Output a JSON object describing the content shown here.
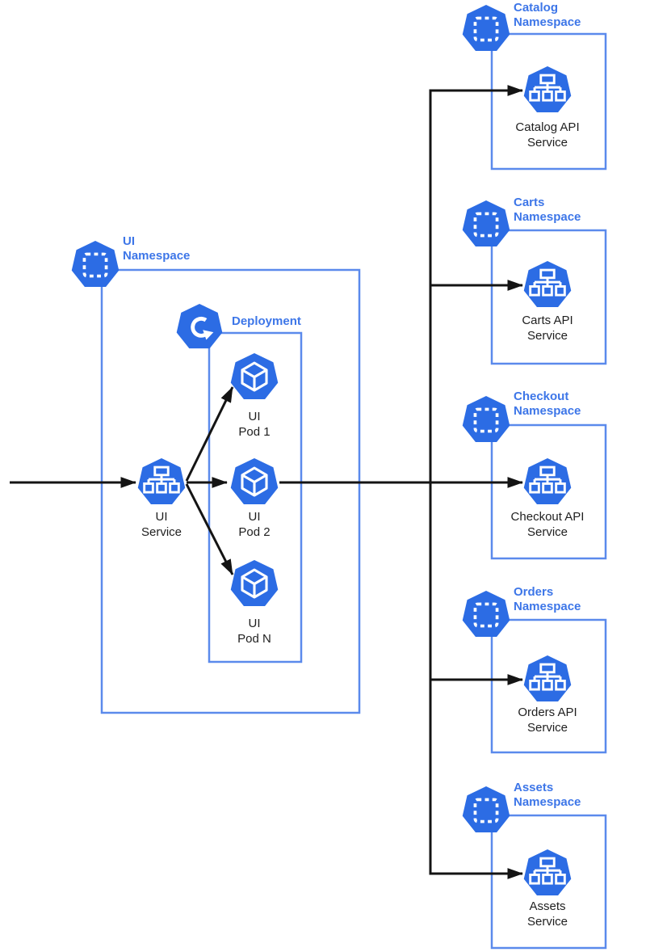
{
  "colors": {
    "icon_blue": "#2C6CE4",
    "box_border_blue": "#5B8AEC",
    "label_blue": "#3D76E8",
    "line_black": "#141414",
    "text_black": "#1F1F1F"
  },
  "icons": {
    "namespace": "heptagon-dashed-square",
    "deployment": "heptagon-circular-arrow",
    "service": "heptagon-node-tree",
    "pod": "heptagon-cube"
  },
  "ui_namespace": {
    "label_line1": "UI",
    "label_line2": "Namespace",
    "service": {
      "line1": "UI",
      "line2": "Service"
    },
    "deployment": {
      "label": "Deployment",
      "pods": [
        {
          "line1": "UI",
          "line2": "Pod 1"
        },
        {
          "line1": "UI",
          "line2": "Pod 2"
        },
        {
          "line1": "UI",
          "line2": "Pod N"
        }
      ]
    }
  },
  "namespaces": [
    {
      "label_line1": "Catalog",
      "label_line2": "Namespace",
      "service_line1": "Catalog API",
      "service_line2": "Service"
    },
    {
      "label_line1": "Carts",
      "label_line2": "Namespace",
      "service_line1": "Carts API",
      "service_line2": "Service"
    },
    {
      "label_line1": "Checkout",
      "label_line2": "Namespace",
      "service_line1": "Checkout API",
      "service_line2": "Service"
    },
    {
      "label_line1": "Orders",
      "label_line2": "Namespace",
      "service_line1": "Orders API",
      "service_line2": "Service"
    },
    {
      "label_line1": "Assets",
      "label_line2": "Namespace",
      "service_line1": "Assets",
      "service_line2": "Service"
    }
  ]
}
